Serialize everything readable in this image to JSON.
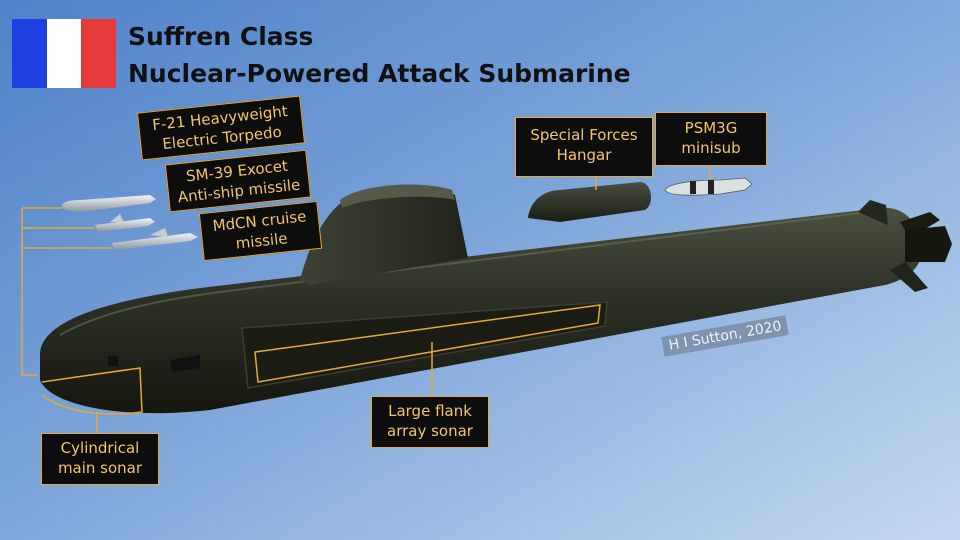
{
  "title": {
    "line1": "Suffren Class",
    "line2": "Nuclear-Powered Attack Submarine"
  },
  "flag": {
    "colors": [
      "#1f3fe0",
      "#ffffff",
      "#e63a3a"
    ]
  },
  "colors": {
    "label_text": "#f2c56a",
    "label_border": "#e4a93a",
    "leader_line": "#e4a93a",
    "hull": "#2a2d22"
  },
  "labels": {
    "torpedo": {
      "line1": "F-21 Heavyweight",
      "line2": "Electric Torpedo"
    },
    "exocet": {
      "line1": "SM-39 Exocet",
      "line2": "Anti-ship missile"
    },
    "mdcn": {
      "line1": "MdCN cruise",
      "line2": "missile"
    },
    "special_forces": {
      "line1": "Special Forces",
      "line2": "Hangar"
    },
    "psm3g": {
      "line1": "PSM3G",
      "line2": "minisub"
    },
    "cylindrical_sonar": {
      "line1": "Cylindrical",
      "line2": "main sonar"
    },
    "flank_sonar": {
      "line1": "Large flank",
      "line2": "array sonar"
    }
  },
  "credit": "H I Sutton, 2020"
}
